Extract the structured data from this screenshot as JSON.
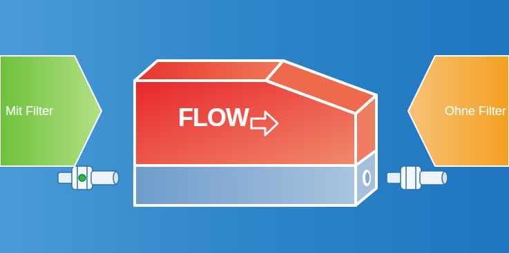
{
  "diagram": {
    "nodes": [
      {
        "text": [
          "Mit Filter"
        ]
      },
      {
        "text": [
          "FLOW"
        ]
      },
      {
        "text": [
          "Ohne Filter"
        ]
      }
    ]
  }
}
